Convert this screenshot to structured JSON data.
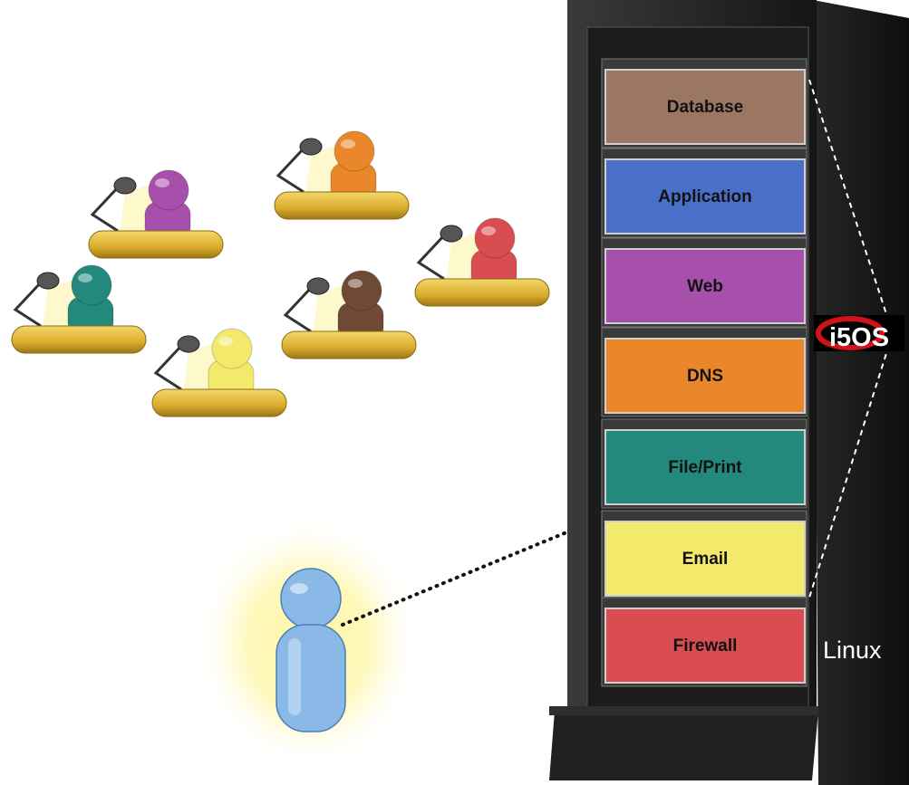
{
  "tiers": [
    {
      "label": "Database",
      "color": "#9b7763"
    },
    {
      "label": "Application",
      "color": "#4a6fc8"
    },
    {
      "label": "Web",
      "color": "#a64fab"
    },
    {
      "label": "DNS",
      "color": "#e9872a"
    },
    {
      "label": "File/Print",
      "color": "#23897d"
    },
    {
      "label": "Email",
      "color": "#f3ea6c"
    },
    {
      "label": "Firewall",
      "color": "#d94c4f"
    }
  ],
  "os_badge": {
    "text": "i5OS"
  },
  "os_label": {
    "text": "Linux"
  },
  "workstation_colors": [
    "#a64fab",
    "#e9872a",
    "#d94c4f",
    "#23897d",
    "#6e4a35",
    "#f3ea6c"
  ],
  "remote_user_color": "#8ab9e8"
}
